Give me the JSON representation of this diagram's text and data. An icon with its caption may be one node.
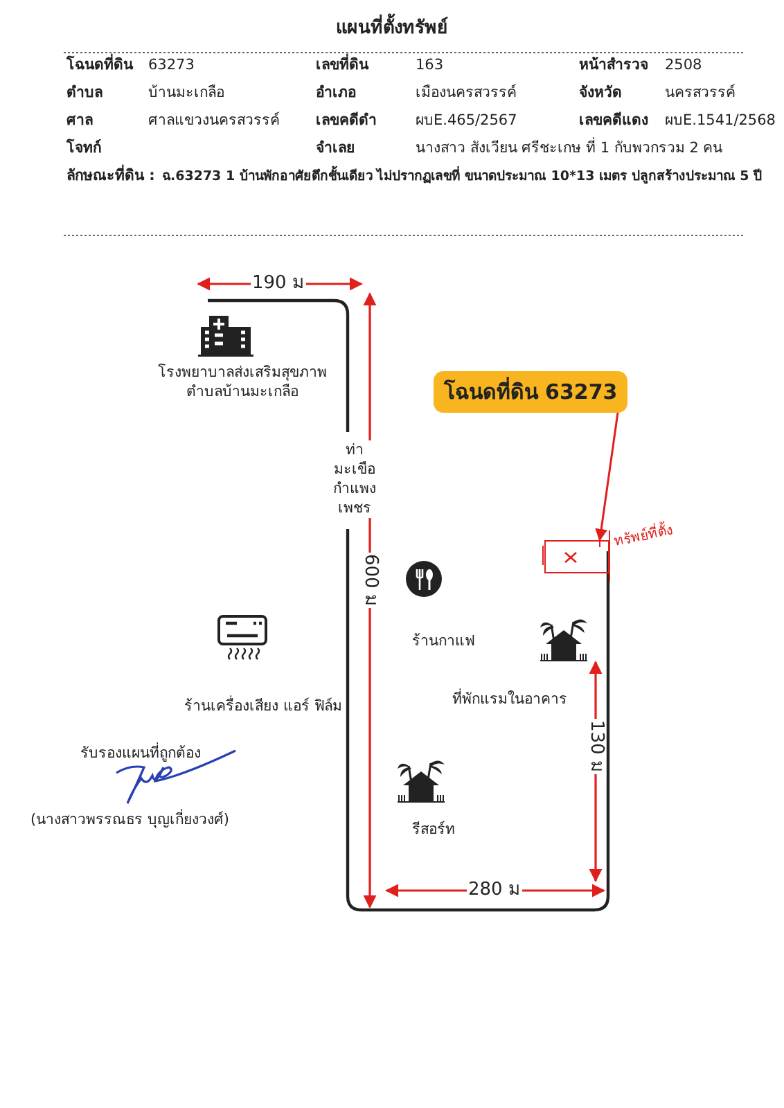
{
  "diagram": {
    "title": "แผนที่ตั้งทรัพย์",
    "nodes": [
      {
        "text": [
          "โฉนดที่ดิน 63273"
        ]
      },
      {
        "text": [],
        "shape": "box"
      }
    ],
    "edges": [
      {
        "from": 0,
        "to": 1,
        "arrow": "to",
        "color": "#e0201c"
      }
    ],
    "labels": [
      "โฉนดที่ดิน",
      "63273",
      "เลขที่ดิน",
      "163",
      "หน้าสำรวจ",
      "2508",
      "ตำบล",
      "บ้านมะเกลือ",
      "อำเภอ",
      "เมืองนครสวรรค์",
      "จังหวัด",
      "นครสวรรค์",
      "ศาล",
      "ศาลแขวงนครสวรรค์",
      "เลขคดีดำ",
      "ผบE.465/2567",
      "เลขคดีแดง",
      "ผบE.1541/2568",
      "โจทก์",
      "จำเลย",
      "นางสาว สังเวียน ศรีชะเกษ ที่ 1 กับพวกรวม 2 คน",
      "ลักษณะที่ดิน :",
      "ฉ.63273 1 บ้านพักอาศัยตึกชั้นเดียว ไม่ปรากฏเลขที่ ขนาดประมาณ 10*13 เมตร ปลูกสร้างประมาณ 5 ปี",
      "190 ม",
      "โรงพยาบาลส่งเสริมสุขภาพตำบลบ้านมะเกลือ",
      "ท่า มะเขือ กำแพง เพชร",
      "600 ม",
      "ร้านกาแฟ",
      "ทรัพย์ที่ตั้ง",
      "ที่พักแรมในอาคาร",
      "ร้านเครื่องเสียง แอร์ ฟิล์ม",
      "130 ม",
      "รับรองแผนที่ถูกต้อง",
      "รีสอร์ท",
      "(นางสาวพรรณธร บุญเกี่ยงวงศ์)",
      "280 ม"
    ]
  }
}
